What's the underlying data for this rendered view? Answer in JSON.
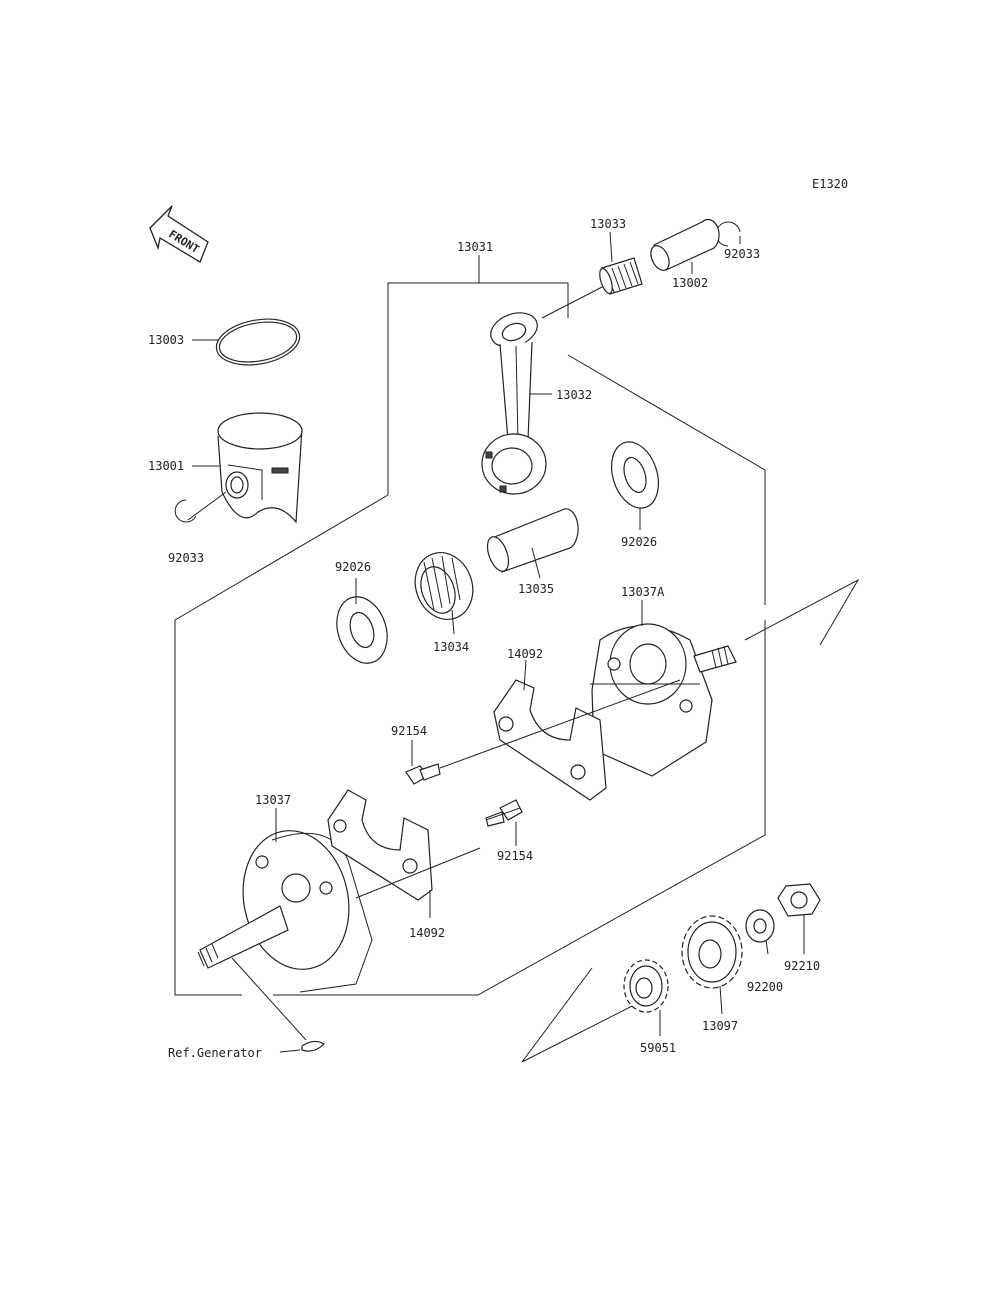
{
  "code": "E1320",
  "front_label": "FRONT",
  "ref_label": "Ref.Generator",
  "parts": [
    {
      "id": "13031",
      "label": "13031"
    },
    {
      "id": "13033",
      "label": "13033"
    },
    {
      "id": "92033a",
      "label": "92033"
    },
    {
      "id": "13002",
      "label": "13002"
    },
    {
      "id": "13003",
      "label": "13003"
    },
    {
      "id": "13032",
      "label": "13032"
    },
    {
      "id": "13001",
      "label": "13001"
    },
    {
      "id": "92033b",
      "label": "92033"
    },
    {
      "id": "92026a",
      "label": "92026"
    },
    {
      "id": "13035",
      "label": "13035"
    },
    {
      "id": "92026b",
      "label": "92026"
    },
    {
      "id": "13034",
      "label": "13034"
    },
    {
      "id": "13037A",
      "label": "13037A"
    },
    {
      "id": "14092a",
      "label": "14092"
    },
    {
      "id": "92154a",
      "label": "92154"
    },
    {
      "id": "13037",
      "label": "13037"
    },
    {
      "id": "92154b",
      "label": "92154"
    },
    {
      "id": "14092b",
      "label": "14092"
    },
    {
      "id": "92210",
      "label": "92210"
    },
    {
      "id": "92200",
      "label": "92200"
    },
    {
      "id": "13097",
      "label": "13097"
    },
    {
      "id": "59051",
      "label": "59051"
    }
  ]
}
